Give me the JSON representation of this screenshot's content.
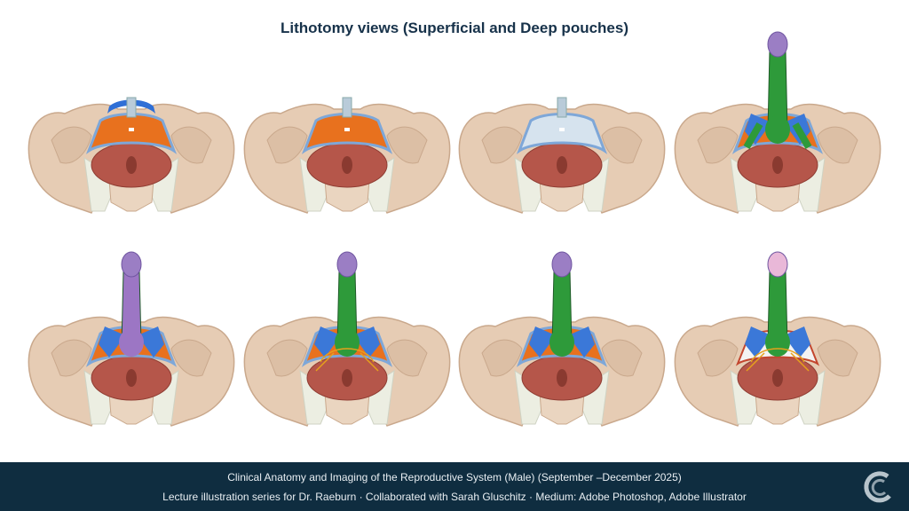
{
  "slide": {
    "title": "Lithotomy views (Superficial and Deep pouches)"
  },
  "footer": {
    "line1": "Clinical Anatomy and Imaging of the Reproductive System (Male) (September –December 2025)",
    "line2": "Lecture illustration series for Dr. Raeburn · Collaborated with Sarah Gluschitz · Medium: Adobe Photoshop, Adobe Illustrator"
  },
  "colors": {
    "footer_bg": "#0f2d40",
    "title": "#17324a",
    "membrane": "#e8711e",
    "fascia": "#7ea7d8",
    "corpus": "#2e9a3a",
    "glans": "#9b7ec4",
    "muscle": "#b5564a",
    "bone": "#e6ccb4"
  }
}
